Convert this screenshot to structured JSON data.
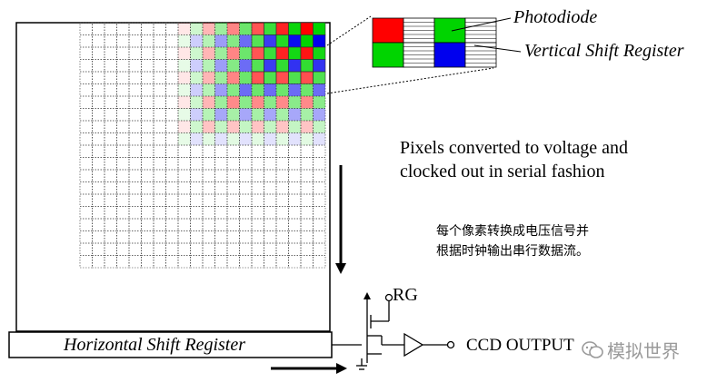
{
  "labels": {
    "photodiode": "Photodiode",
    "vertical_shift_register": "Vertical Shift Register",
    "horizontal_shift_register": "Horizontal Shift Register",
    "rg": "RG",
    "ccd_output": "CCD OUTPUT"
  },
  "caption_en": {
    "line1": "Pixels converted to voltage and",
    "line2": "clocked out in serial fashion"
  },
  "caption_zh": {
    "line1": "每个像素转换成电压信号并",
    "line2": "根据时钟输出串行数据流。"
  },
  "watermark": {
    "text": "模拟世界",
    "icon": "wechat-icon"
  },
  "colors": {
    "red": "#ff0000",
    "green": "#00d400",
    "blue": "#0000ee",
    "grid_line": "#333333",
    "watermark": "#9a9a9a"
  }
}
